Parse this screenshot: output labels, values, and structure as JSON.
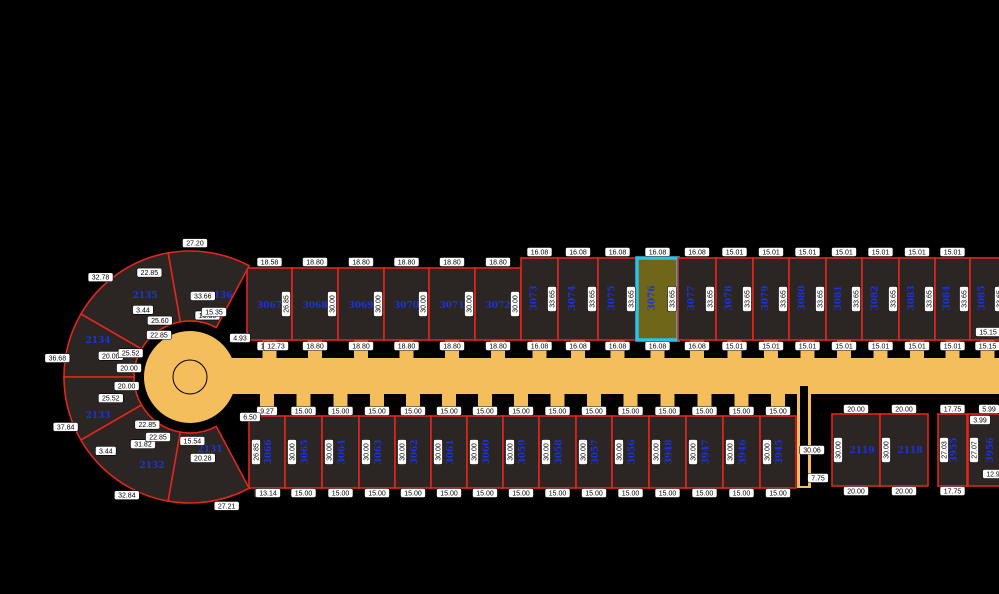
{
  "colors": {
    "background": "#000000",
    "road": "#f5be5c",
    "lot_fill": "#2b2524",
    "lot_border": "#e2261b",
    "selected_fill": "#70661a",
    "selected_border": "#29c4e8",
    "lot_number": "#1a33e0"
  },
  "selected_lot": "3076",
  "top_row": [
    {
      "id": "3067",
      "front": "18.58",
      "rear": "12.73",
      "side": "26.85"
    },
    {
      "id": "3068",
      "front": "18.80",
      "rear": "18.80",
      "side": "30.00"
    },
    {
      "id": "3069",
      "front": "18.80",
      "rear": "18.80",
      "side": "30.00"
    },
    {
      "id": "3070",
      "front": "18.80",
      "rear": "18.80",
      "side": "30.00"
    },
    {
      "id": "3071",
      "front": "18.80",
      "rear": "18.80",
      "side": "30.00"
    },
    {
      "id": "3072",
      "front": "18.80",
      "rear": "18.80",
      "side": "30.00"
    },
    {
      "id": "3073",
      "front": "16.08",
      "rear": "16.08",
      "side": "33.65"
    },
    {
      "id": "3074",
      "front": "16.08",
      "rear": "16.08",
      "side": "33.65"
    },
    {
      "id": "3075",
      "front": "16.08",
      "rear": "16.08",
      "side": "33.65"
    },
    {
      "id": "3076",
      "front": "16.08",
      "rear": "16.08",
      "side": "33.65"
    },
    {
      "id": "3077",
      "front": "16.08",
      "rear": "16.08",
      "side": "33.65"
    },
    {
      "id": "3078",
      "front": "15.01",
      "rear": "15.01",
      "side": "33.65"
    },
    {
      "id": "3079",
      "front": "15.01",
      "rear": "15.01",
      "side": "33.65"
    },
    {
      "id": "3080",
      "front": "15.01",
      "rear": "15.01",
      "side": "33.65"
    },
    {
      "id": "3081",
      "front": "15.01",
      "rear": "15.01",
      "side": "33.65"
    },
    {
      "id": "3082",
      "front": "15.01",
      "rear": "15.01",
      "side": "33.65"
    },
    {
      "id": "3083",
      "front": "15.01",
      "rear": "15.01",
      "side": "33.65"
    },
    {
      "id": "3084",
      "front": "15.01",
      "rear": "15.01",
      "side": "33.65"
    },
    {
      "id": "3085",
      "front": "",
      "rear": "15.15",
      "side": "33.65"
    }
  ],
  "bottom_row": [
    {
      "id": "3066",
      "front": "13.14",
      "rear": "9.27",
      "side": "26.85"
    },
    {
      "id": "3065",
      "front": "15.00",
      "rear": "15.00",
      "side": "30.00"
    },
    {
      "id": "3064",
      "front": "15.00",
      "rear": "15.00",
      "side": "30.00"
    },
    {
      "id": "3063",
      "front": "15.00",
      "rear": "15.00",
      "side": "30.00"
    },
    {
      "id": "3062",
      "front": "15.00",
      "rear": "15.00",
      "side": "30.00"
    },
    {
      "id": "3061",
      "front": "15.00",
      "rear": "15.00",
      "side": "30.00"
    },
    {
      "id": "3060",
      "front": "15.00",
      "rear": "15.00",
      "side": "30.00"
    },
    {
      "id": "3059",
      "front": "15.00",
      "rear": "15.00",
      "side": "30.00"
    },
    {
      "id": "3058",
      "front": "15.00",
      "rear": "15.00",
      "side": "30.00"
    },
    {
      "id": "3057",
      "front": "15.00",
      "rear": "15.00",
      "side": "30.00"
    },
    {
      "id": "3056",
      "front": "15.00",
      "rear": "15.00",
      "side": "30.00"
    },
    {
      "id": "3948",
      "front": "15.00",
      "rear": "15.00",
      "side": "30.00"
    },
    {
      "id": "3947",
      "front": "15.00",
      "rear": "15.00",
      "side": "30.00"
    },
    {
      "id": "3946",
      "front": "15.00",
      "rear": "15.00",
      "side": "30.00"
    },
    {
      "id": "3945",
      "front": "15.00",
      "rear": "15.00",
      "side": "30.00"
    }
  ],
  "right_lots": [
    {
      "id": "2119",
      "front": "20.00",
      "rear": "20.00",
      "side": "30.00"
    },
    {
      "id": "2118",
      "front": "20.00",
      "rear": "20.00",
      "side": "30.00"
    },
    {
      "id": "3955",
      "front": "17.75",
      "rear": "17.75",
      "side": "27.03"
    },
    {
      "id": "3956",
      "front": "5.99",
      "rear": "",
      "side": "27.07"
    }
  ],
  "cul_de_sac_lots": [
    {
      "id": "2136",
      "labels": [
        "27.20",
        "33.66",
        "16.35"
      ]
    },
    {
      "id": "2135",
      "labels": [
        "32.78",
        "3.44",
        "25.60",
        "22.85"
      ]
    },
    {
      "id": "2134",
      "labels": [
        "36.68",
        "20.00",
        "25.52"
      ]
    },
    {
      "id": "2133",
      "labels": [
        "37.84",
        "25.52",
        "20.00"
      ]
    },
    {
      "id": "2132",
      "labels": [
        "32.84",
        "31.82",
        "22.85",
        "3.44"
      ]
    },
    {
      "id": "2131",
      "labels": [
        "27.21",
        "20.28",
        "15.54"
      ]
    }
  ],
  "misc_labels": [
    "20.00",
    "22.85",
    "15.35",
    "6.50",
    "7.75",
    "30.06",
    "4.93",
    "12.9",
    "3.99",
    "15.15",
    "12.73",
    "13.14",
    "22.85"
  ]
}
